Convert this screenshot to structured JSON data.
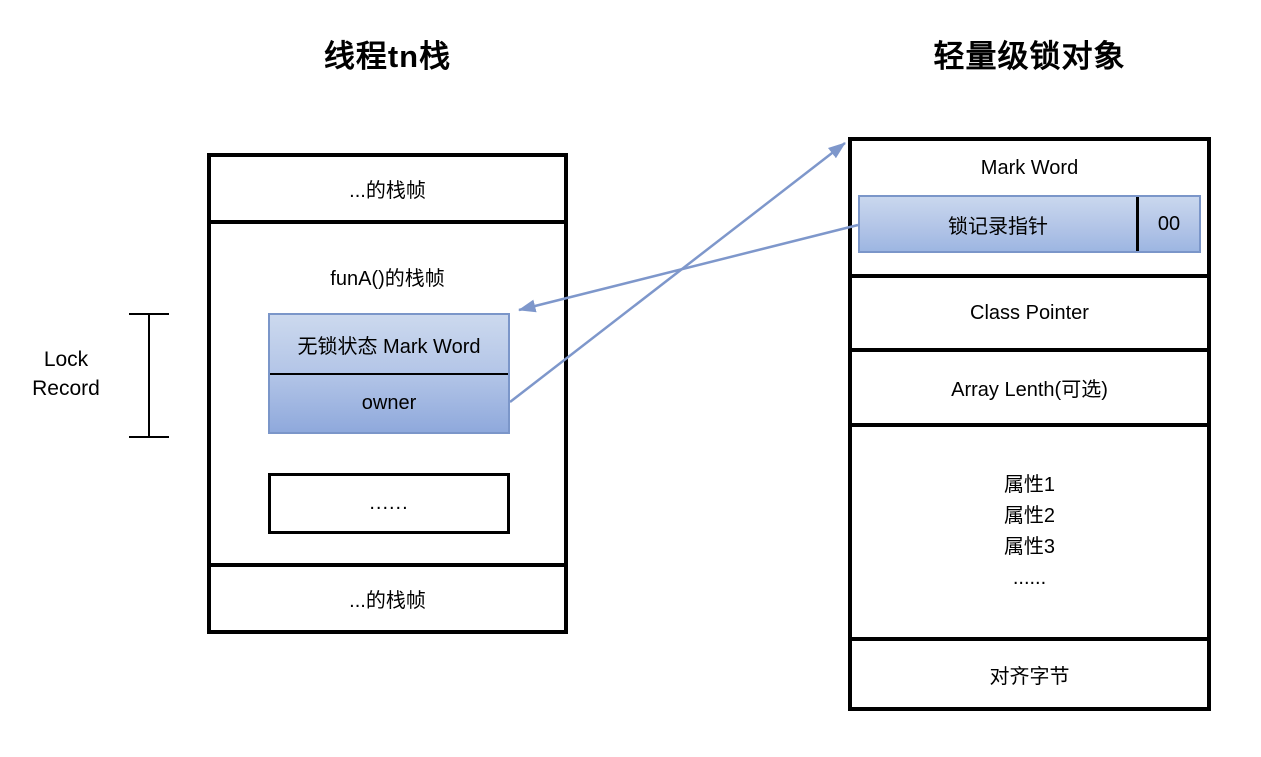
{
  "titles": {
    "left": "线程tn栈",
    "right": "轻量级锁对象"
  },
  "stack": {
    "top_frame": "...的栈帧",
    "funa_frame": "funA()的栈帧",
    "lock_record": {
      "mark_word": "无锁状态 Mark Word",
      "owner": "owner"
    },
    "ellipsis": "......",
    "bottom_frame": "...的栈帧"
  },
  "annotation": {
    "line1": "Lock",
    "line2": "Record"
  },
  "object": {
    "header": "Mark Word",
    "pointer": "锁记录指针",
    "flag": "00",
    "class_pointer": "Class Pointer",
    "array_length": "Array Lenth(可选)",
    "attributes": [
      "属性1",
      "属性2",
      "属性3",
      "......"
    ],
    "align_bytes": "对齐字节"
  },
  "colors": {
    "arrow": "#7e97cb",
    "box_fill_top": "#ccd9ee",
    "box_fill_bottom": "#8fa9dc",
    "box_border": "#7b96c9"
  }
}
